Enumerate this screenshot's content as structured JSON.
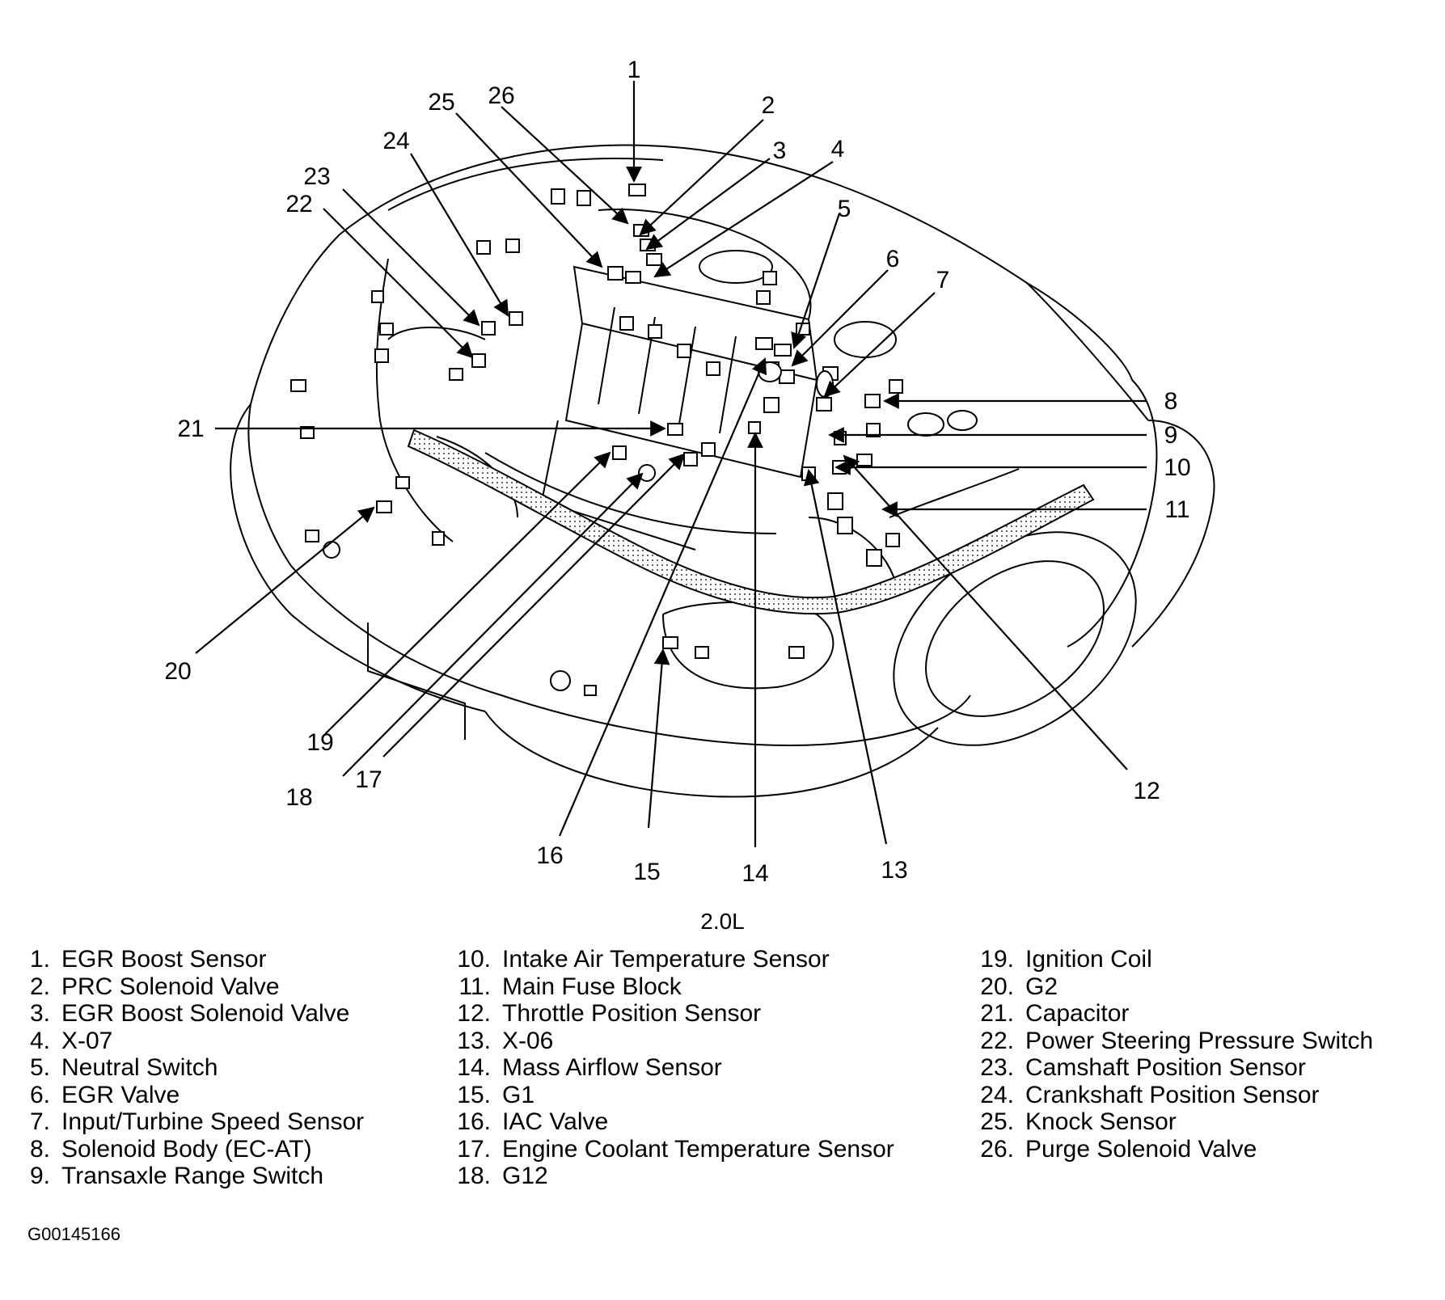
{
  "caption": "2.0L",
  "figure_id": "G00145166",
  "callouts": [
    "1",
    "2",
    "3",
    "4",
    "5",
    "6",
    "7",
    "8",
    "9",
    "10",
    "11",
    "12",
    "13",
    "14",
    "15",
    "16",
    "17",
    "18",
    "19",
    "20",
    "21",
    "22",
    "23",
    "24",
    "25",
    "26"
  ],
  "legend": {
    "col1": [
      {
        "num": "1.",
        "label": "EGR Boost Sensor"
      },
      {
        "num": "2.",
        "label": "PRC Solenoid Valve"
      },
      {
        "num": "3.",
        "label": "EGR Boost Solenoid Valve"
      },
      {
        "num": "4.",
        "label": "X-07"
      },
      {
        "num": "5.",
        "label": "Neutral Switch"
      },
      {
        "num": "6.",
        "label": "EGR Valve"
      },
      {
        "num": "7.",
        "label": "Input/Turbine Speed Sensor"
      },
      {
        "num": "8.",
        "label": "Solenoid Body (EC-AT)"
      },
      {
        "num": "9.",
        "label": "Transaxle Range Switch"
      }
    ],
    "col2": [
      {
        "num": "10.",
        "label": "Intake Air Temperature Sensor"
      },
      {
        "num": "11.",
        "label": "Main Fuse Block"
      },
      {
        "num": "12.",
        "label": "Throttle Position Sensor"
      },
      {
        "num": "13.",
        "label": "X-06"
      },
      {
        "num": "14.",
        "label": "Mass Airflow Sensor"
      },
      {
        "num": "15.",
        "label": "G1"
      },
      {
        "num": "16.",
        "label": "IAC Valve"
      },
      {
        "num": "17.",
        "label": "Engine Coolant Temperature Sensor"
      },
      {
        "num": "18.",
        "label": "G12"
      }
    ],
    "col3": [
      {
        "num": "19.",
        "label": "Ignition Coil"
      },
      {
        "num": "20.",
        "label": "G2"
      },
      {
        "num": "21.",
        "label": "Capacitor"
      },
      {
        "num": "22.",
        "label": "Power Steering Pressure Switch"
      },
      {
        "num": "23.",
        "label": "Camshaft Position Sensor"
      },
      {
        "num": "24.",
        "label": "Crankshaft Position Sensor"
      },
      {
        "num": "25.",
        "label": "Knock Sensor"
      },
      {
        "num": "26.",
        "label": "Purge Solenoid Valve"
      }
    ]
  }
}
